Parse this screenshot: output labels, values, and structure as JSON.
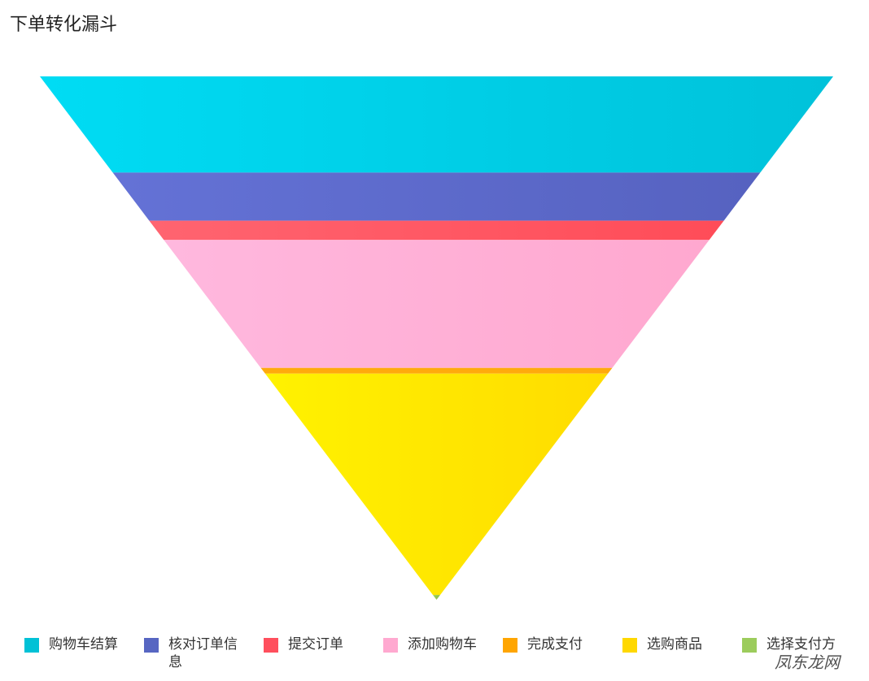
{
  "chart_data": {
    "type": "funnel",
    "title": "下单转化漏斗",
    "stages": [
      {
        "name": "购物车结算",
        "value": 100,
        "color_from": "#00dcf4",
        "color_to": "#00c2da"
      },
      {
        "name": "核对订单信息",
        "value": 50,
        "color_from": "#6472d6",
        "color_to": "#5662c0"
      },
      {
        "name": "提交订单",
        "value": 20,
        "color_from": "#ff6470",
        "color_to": "#ff4c58"
      },
      {
        "name": "添加购物车",
        "value": 133,
        "color_from": "#ffb8de",
        "color_to": "#ffa8cf"
      },
      {
        "name": "完成支付",
        "value": 6,
        "color_from": "#ffaa0c",
        "color_to": "#ffaa0c"
      },
      {
        "name": "选购商品",
        "value": 230,
        "color_from": "#fff200",
        "color_to": "#ffdc00"
      },
      {
        "name": "选择支付方",
        "value": 5,
        "color_from": "#9ccc5a",
        "color_to": "#8cc044"
      }
    ],
    "legend": {
      "items": [
        {
          "label": "购物车结算",
          "color": "#00c1d6"
        },
        {
          "label": "核对订单信息",
          "color": "#5766c2"
        },
        {
          "label": "提交订单",
          "color": "#ff4f5d"
        },
        {
          "label": "添加购物车",
          "color": "#ffa9d0"
        },
        {
          "label": "完成支付",
          "color": "#ffa500"
        },
        {
          "label": "选购商品",
          "color": "#ffd800"
        },
        {
          "label": "选择支付方",
          "color": "#9ccc5c"
        }
      ],
      "placement": "bottom"
    }
  },
  "watermark": {
    "text": "凤东龙网"
  }
}
